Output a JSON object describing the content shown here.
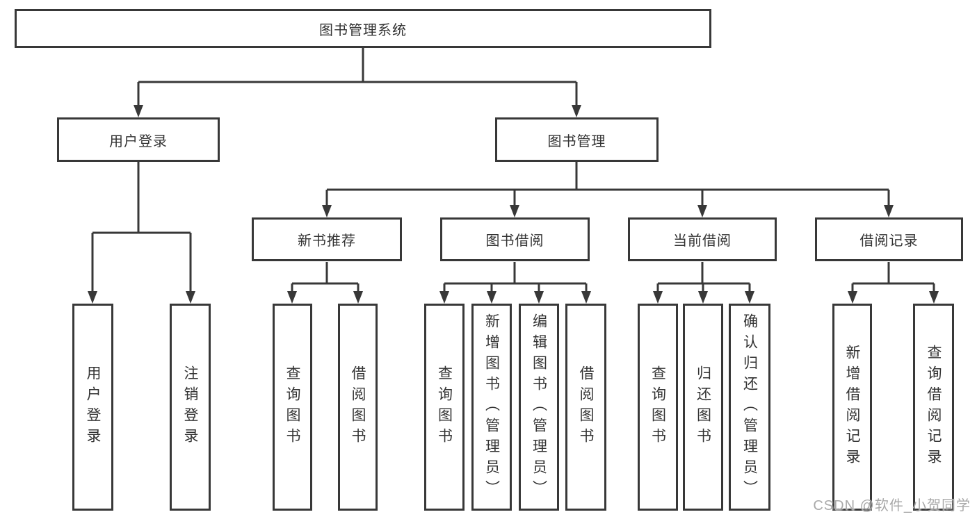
{
  "tree": {
    "root": {
      "label": "图书管理系统",
      "children": [
        {
          "label": "用户登录",
          "children": [
            {
              "label": "用户登录"
            },
            {
              "label": "注销登录"
            }
          ]
        },
        {
          "label": "图书管理",
          "children": [
            {
              "label": "新书推荐",
              "children": [
                {
                  "label": "查询图书"
                },
                {
                  "label": "借阅图书"
                }
              ]
            },
            {
              "label": "图书借阅",
              "children": [
                {
                  "label": "查询图书"
                },
                {
                  "label": "新增图书（管理员）"
                },
                {
                  "label": "编辑图书（管理员）"
                },
                {
                  "label": "借阅图书"
                }
              ]
            },
            {
              "label": "当前借阅",
              "children": [
                {
                  "label": "查询图书"
                },
                {
                  "label": "归还图书"
                },
                {
                  "label": "确认归还（管理员）"
                }
              ]
            },
            {
              "label": "借阅记录",
              "children": [
                {
                  "label": "新增借阅记录"
                },
                {
                  "label": "查询借阅记录"
                }
              ]
            }
          ]
        }
      ]
    }
  },
  "watermark": {
    "text": "CSDN @软件_小贺同学"
  },
  "colors": {
    "line": "#383838",
    "text": "#333333",
    "box_background": "#ffffff",
    "watermark": "#a9a9a9"
  }
}
